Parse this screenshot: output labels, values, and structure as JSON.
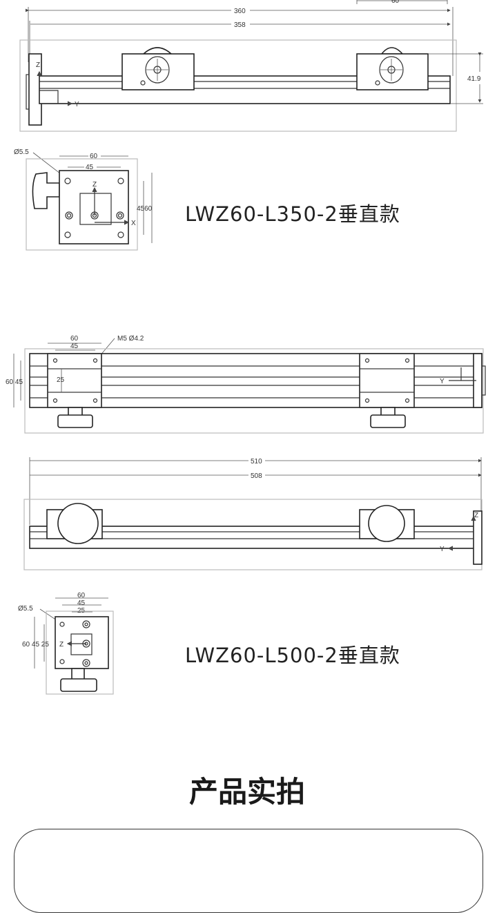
{
  "drawing_350_side": {
    "dim_partial": "60",
    "dim_overall": "360",
    "dim_rail": "358",
    "dim_height": "41.9",
    "axis_z": "Z",
    "axis_y": "Y"
  },
  "drawing_350_end": {
    "hole": "Ø5.5",
    "dim_60": "60",
    "dim_45": "45",
    "dim_right": "4560",
    "axis_z": "Z",
    "axis_x": "X"
  },
  "model_350_title": "LWZ60-L350-2垂直款",
  "drawing_500_top": {
    "dim_60": "60",
    "dim_45": "45",
    "thread": "M5 Ø4.2",
    "dim_left": "60 45",
    "dim_25": "25",
    "axis_y": "Y"
  },
  "drawing_500_side": {
    "dim_overall": "510",
    "dim_rail": "508",
    "axis_z": "Z",
    "axis_y": "Y"
  },
  "drawing_500_end": {
    "hole": "Ø5.5",
    "dim_60": "60",
    "dim_45": "45",
    "dim_25": "25",
    "dim_left": "60 45 25",
    "axis_z": "Z"
  },
  "model_500_title": "LWZ60-L500-2垂直款",
  "section_heading": "产品实拍"
}
